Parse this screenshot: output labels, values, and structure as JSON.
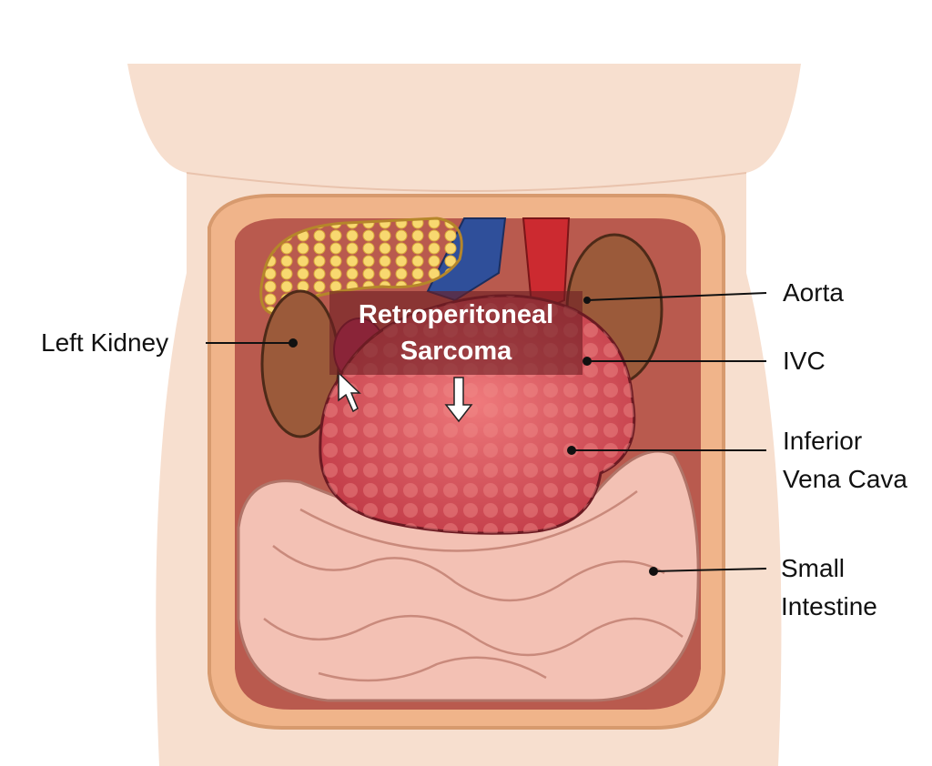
{
  "diagram": {
    "title_line1": "Retroperitoneal",
    "title_line2": "Sarcoma",
    "labels": {
      "left_kidney": "Left Kidney",
      "aorta": "Aorta",
      "ivc": "IVC",
      "inferior_vena_cava_line1": "Inferior",
      "inferior_vena_cava_line2": "Vena Cava",
      "small_intestine_line1": "Small",
      "small_intestine_line2": "Intestine"
    }
  },
  "colors": {
    "skin": "#f7dfcf",
    "cavity": "#b95a4e",
    "tumor": "#d9505a",
    "kidney": "#9b5a3a",
    "liver": "#f2c84b",
    "intestine": "#f3c1b4",
    "aorta": "#cc2a30",
    "vein": "#2f4f9a"
  }
}
